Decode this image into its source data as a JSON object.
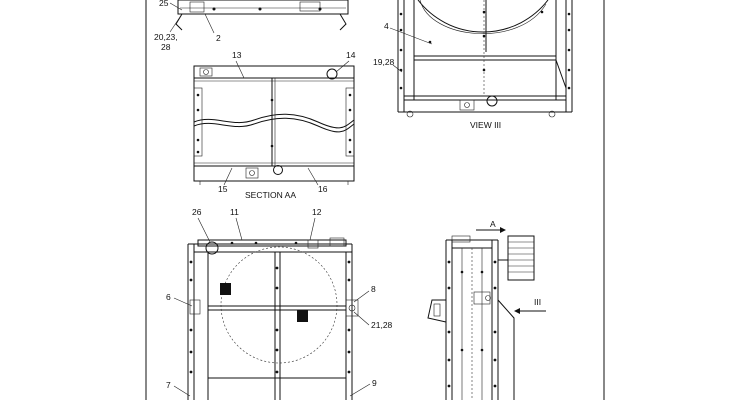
{
  "page": {
    "background": "#ffffff",
    "line_color": "#111111"
  },
  "callouts": {
    "c25": "25",
    "c20_23_28": [
      "20,23,",
      "28"
    ],
    "c2": "2",
    "c13": "13",
    "c14": "14",
    "c15": "15",
    "c16": "16",
    "c4": "4",
    "c19_28": "19,28",
    "c26": "26",
    "c11": "11",
    "c12": "12",
    "c6": "6",
    "c8": "8",
    "c21_28": "21,28",
    "c7": "7",
    "c9": "9"
  },
  "views": {
    "section_aa": "SECTION AA",
    "view_iii": "VIEW III",
    "marker_a": "A",
    "marker_iii": "III"
  }
}
